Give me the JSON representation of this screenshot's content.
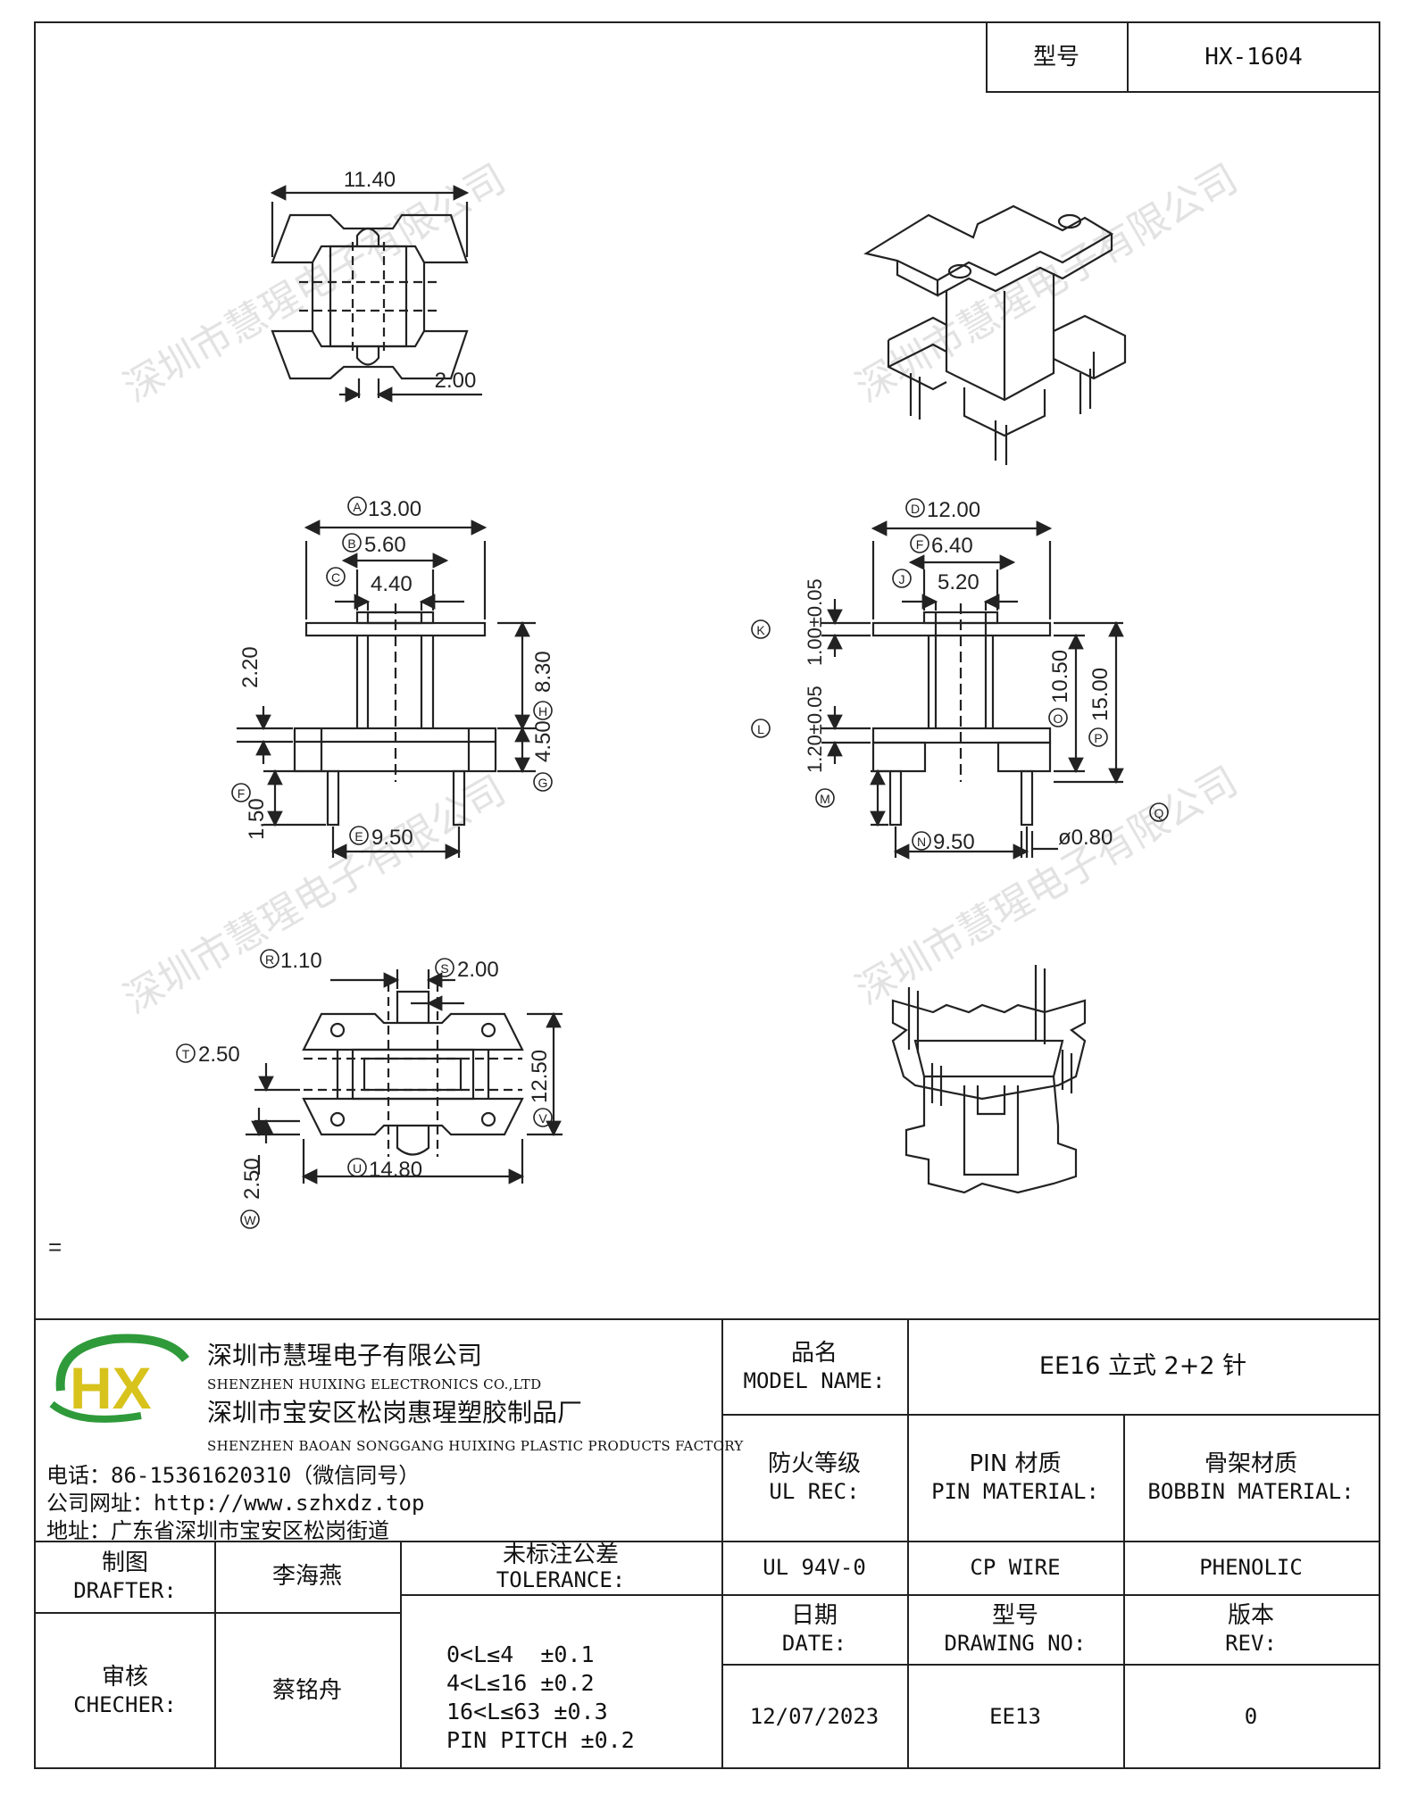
{
  "header": {
    "model_label": "型号",
    "model_value": "HX-1604"
  },
  "drawing": {
    "top_view": {
      "dim_width": "11.40",
      "dim_pin": "2.00"
    },
    "front_view": {
      "dim_a": "13.00",
      "dim_b": "5.60",
      "dim_c": "4.40",
      "dim_height": "2.20",
      "dim_h": "8.30",
      "dim_g": "4.50",
      "dim_pin_len": "1.50",
      "dim_e": "9.50",
      "label_a": "A",
      "label_b": "B",
      "label_c": "C",
      "label_f": "F",
      "label_h": "H",
      "label_g": "G",
      "label_e": "E"
    },
    "side_view": {
      "dim_d": "12.00",
      "dim_f": "6.40",
      "dim_j": "5.20",
      "dim_k": "1.00±0.05",
      "dim_l": "1.20±0.05",
      "dim_o": "10.50",
      "dim_p": "15.00",
      "dim_n": "9.50",
      "dim_q": "ø0.80",
      "label_d": "D",
      "label_f": "F",
      "label_j": "J",
      "label_k": "K",
      "label_l": "L",
      "label_m": "M",
      "label_o": "O",
      "label_p": "P",
      "label_n": "N",
      "label_q": "Q"
    },
    "bottom_view": {
      "dim_r": "1.10",
      "dim_s": "2.00",
      "dim_t": "2.50",
      "dim_v": "12.50",
      "dim_u": "14.80",
      "dim_w": "2.50",
      "label_r": "R",
      "label_s": "S",
      "label_t": "T",
      "label_v": "V",
      "label_u": "U",
      "label_w": "W"
    },
    "watermark": "深圳市慧瑆电子有限公司",
    "stray_mark": "="
  },
  "company": {
    "logo_text": "HX",
    "name_cn": "深圳市慧瑆电子有限公司",
    "name_en": "SHENZHEN HUIXING ELECTRONICS CO.,LTD",
    "factory_cn": "深圳市宝安区松岗惠瑆塑胶制品厂",
    "factory_en": "SHENZHEN BAOAN SONGGANG HUIXING PLASTIC PRODUCTS FACTORY",
    "phone": "电话：86-15361620310（微信同号）",
    "website": "公司网址：http://www.szhxdz.top",
    "address": "地址：广东省深圳市宝安区松岗街道"
  },
  "title_block": {
    "model_name_cn": "品名",
    "model_name_en": "MODEL NAME:",
    "model_name_value": "EE16 立式 2+2 针",
    "ul_cn": "防火等级",
    "ul_en": "UL REC:",
    "pin_cn": "PIN 材质",
    "pin_en": "PIN MATERIAL:",
    "bobbin_cn": "骨架材质",
    "bobbin_en": "BOBBIN MATERIAL:",
    "ul_value": "UL 94V-0",
    "pin_value": "CP WIRE",
    "bobbin_value": "PHENOLIC",
    "drafter_cn": "制图",
    "drafter_en": "DRAFTER:",
    "drafter_name": "李海燕",
    "checker_cn": "审核",
    "checker_en": "CHECHER:",
    "checker_name": "蔡铭舟",
    "tolerance_cn": "未标注公差",
    "tolerance_en": "TOLERANCE:",
    "tolerances": [
      "0<L≤4  ±0.1",
      "4<L≤16 ±0.2",
      "16<L≤63 ±0.3",
      "PIN PITCH ±0.2"
    ],
    "date_cn": "日期",
    "date_en": "DATE:",
    "drawing_no_cn": "型号",
    "drawing_no_en": "DRAWING NO:",
    "rev_cn": "版本",
    "rev_en": "REV:",
    "date_value": "12/07/2023",
    "drawing_no_value": "EE13",
    "rev_value": "0"
  },
  "colors": {
    "logo_green": "#2f9a3a",
    "logo_yellow": "#d8c21c",
    "line": "#222222"
  }
}
